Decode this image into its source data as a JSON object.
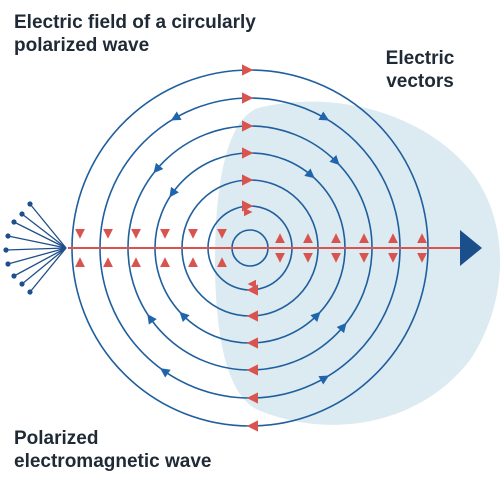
{
  "title": "Electric field of a circularly polarized wave",
  "vectors_label": "Electric\nvectors",
  "caption": "Polarized\nelectromagnetic wave",
  "colors": {
    "field_lines": "#1f5f9e",
    "axis": "#d9534f",
    "red_arrow": "#d9534f",
    "blue_arrow": "#1f64ad",
    "direction_arrow": "#1a4f8b",
    "sphere_fill": "#d6e6ef",
    "antenna": "#1f4f8a",
    "text": "#1f2a36"
  },
  "icons": {
    "source": "antenna-source-icon",
    "propagation": "propagation-arrow-icon"
  }
}
